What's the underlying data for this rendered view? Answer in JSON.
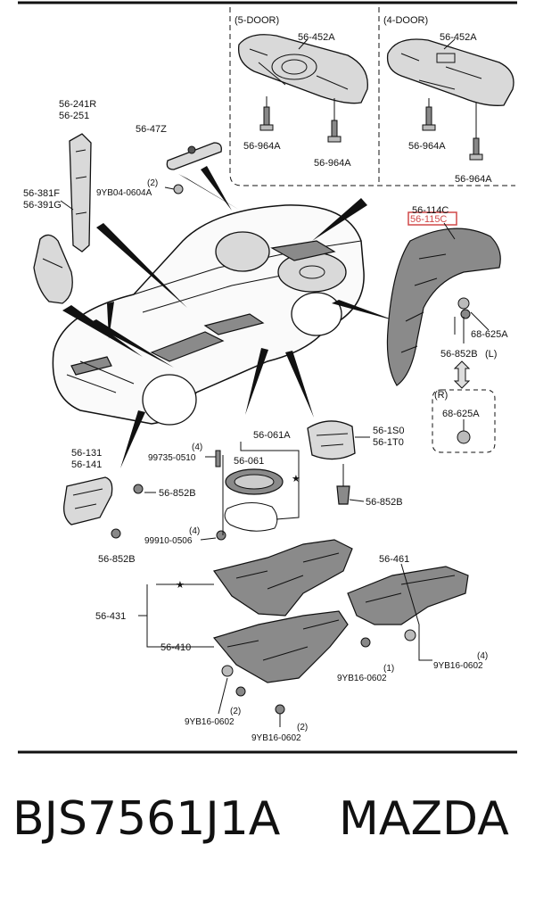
{
  "labels": {
    "door5": "(5-DOOR)",
    "door4": "(4-DOOR)",
    "p452a_left": "56-452A",
    "p452a_right": "56-452A",
    "p964a_1": "56-964A",
    "p964a_2": "56-964A",
    "p964a_3": "56-964A",
    "p964a_4": "56-964A",
    "p241r": "56-241R",
    "p251": "56-251",
    "p47z": "56-47Z",
    "qty2_a": "(2)",
    "p9yb04": "9YB04-0604A",
    "p381f": "56-381F",
    "p391g": "56-391G",
    "p114c": "56-114C",
    "p115c": "56-115C",
    "p625a_l": "68-625A",
    "p852b_l": "56-852B",
    "side_l": "(L)",
    "side_r": "(R)",
    "p625a_r": "68-625A",
    "p061a": "56-061A",
    "qty4_a": "(4)",
    "p99735": "99735-0510",
    "p061": "56-061",
    "p1s0": "56-1S0",
    "p1t0": "56-1T0",
    "p131": "56-131",
    "p141": "56-141",
    "p852b_a": "56-852B",
    "p852b_b": "56-852B",
    "qty4_b": "(4)",
    "p99910": "99910-0506",
    "p852b_c": "56-852B",
    "p461": "56-461",
    "p431": "56-431",
    "p410": "56-410",
    "qty4_c": "(4)",
    "p9yb16_a": "9YB16-0602",
    "qty1": "(1)",
    "p9yb16_b": "9YB16-0602",
    "qty2_b": "(2)",
    "p9yb16_c": "9YB16-0602",
    "qty2_c": "(2)",
    "p9yb16_d": "9YB16-0602",
    "star": "★"
  },
  "caption": {
    "part_number": "BJS7561J1A",
    "brand": "MAZDA"
  },
  "colors": {
    "highlight_box": "#d04848",
    "line": "#111111"
  }
}
